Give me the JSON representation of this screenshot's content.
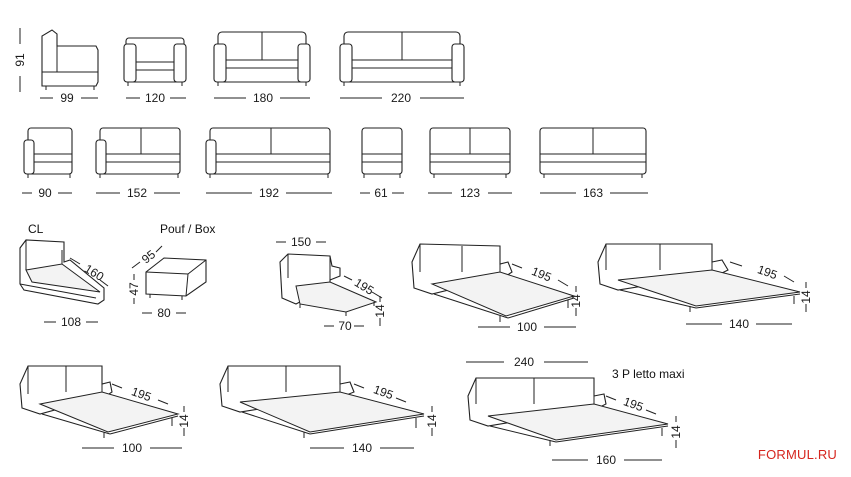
{
  "colors": {
    "line": "#222222",
    "brand": "#d6251e"
  },
  "labels": {
    "cl": "CL",
    "pouf_box": "Pouf / Box",
    "letto_maxi": "3 P letto maxi",
    "brand": "FORMUL.RU"
  },
  "dims": {
    "h91": "91",
    "w99": "99",
    "w120": "120",
    "w180": "180",
    "w220": "220",
    "w90": "90",
    "w152": "152",
    "w192": "192",
    "w61": "61",
    "w123": "123",
    "w163": "163",
    "cl160": "160",
    "cl108": "108",
    "pouf95": "95",
    "pouf47": "47",
    "pouf80": "80",
    "bed1_150": "150",
    "bed1_195": "195",
    "bed1_14": "14",
    "bed1_70": "70",
    "bed2_195": "195",
    "bed2_14": "14",
    "bed2_100": "100",
    "bed3_195": "195",
    "bed3_14": "14",
    "bed3_140": "140",
    "bed4_195": "195",
    "bed4_14": "14",
    "bed4_100": "100",
    "bed5_195": "195",
    "bed5_14": "14",
    "bed5_140": "140",
    "bed6_240": "240",
    "bed6_195": "195",
    "bed6_14": "14",
    "bed6_160": "160"
  }
}
